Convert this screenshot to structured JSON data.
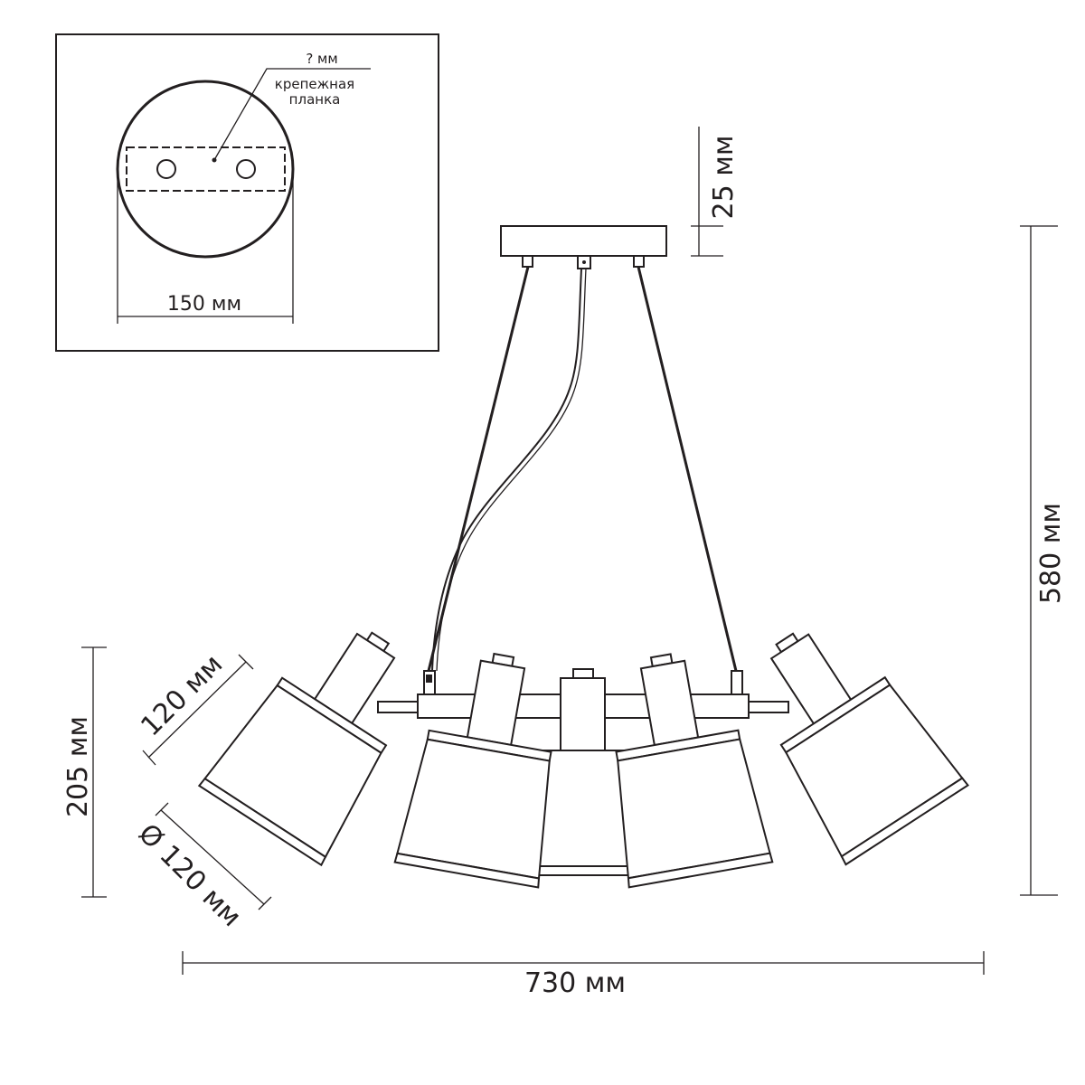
{
  "inset": {
    "plate_thickness_label": "? мм",
    "bracket_label_line1": "крепежная",
    "bracket_label_line2": "планка",
    "canopy_diameter_label": "150 мм"
  },
  "dimensions": {
    "canopy_height": "25 мм",
    "total_height": "580 мм",
    "total_width": "730 мм",
    "shade_height_total": "205 мм",
    "shade_length": "120 мм",
    "shade_diameter": "Ø 120 мм"
  },
  "colors": {
    "line": "#231f20",
    "background": "#ffffff"
  }
}
